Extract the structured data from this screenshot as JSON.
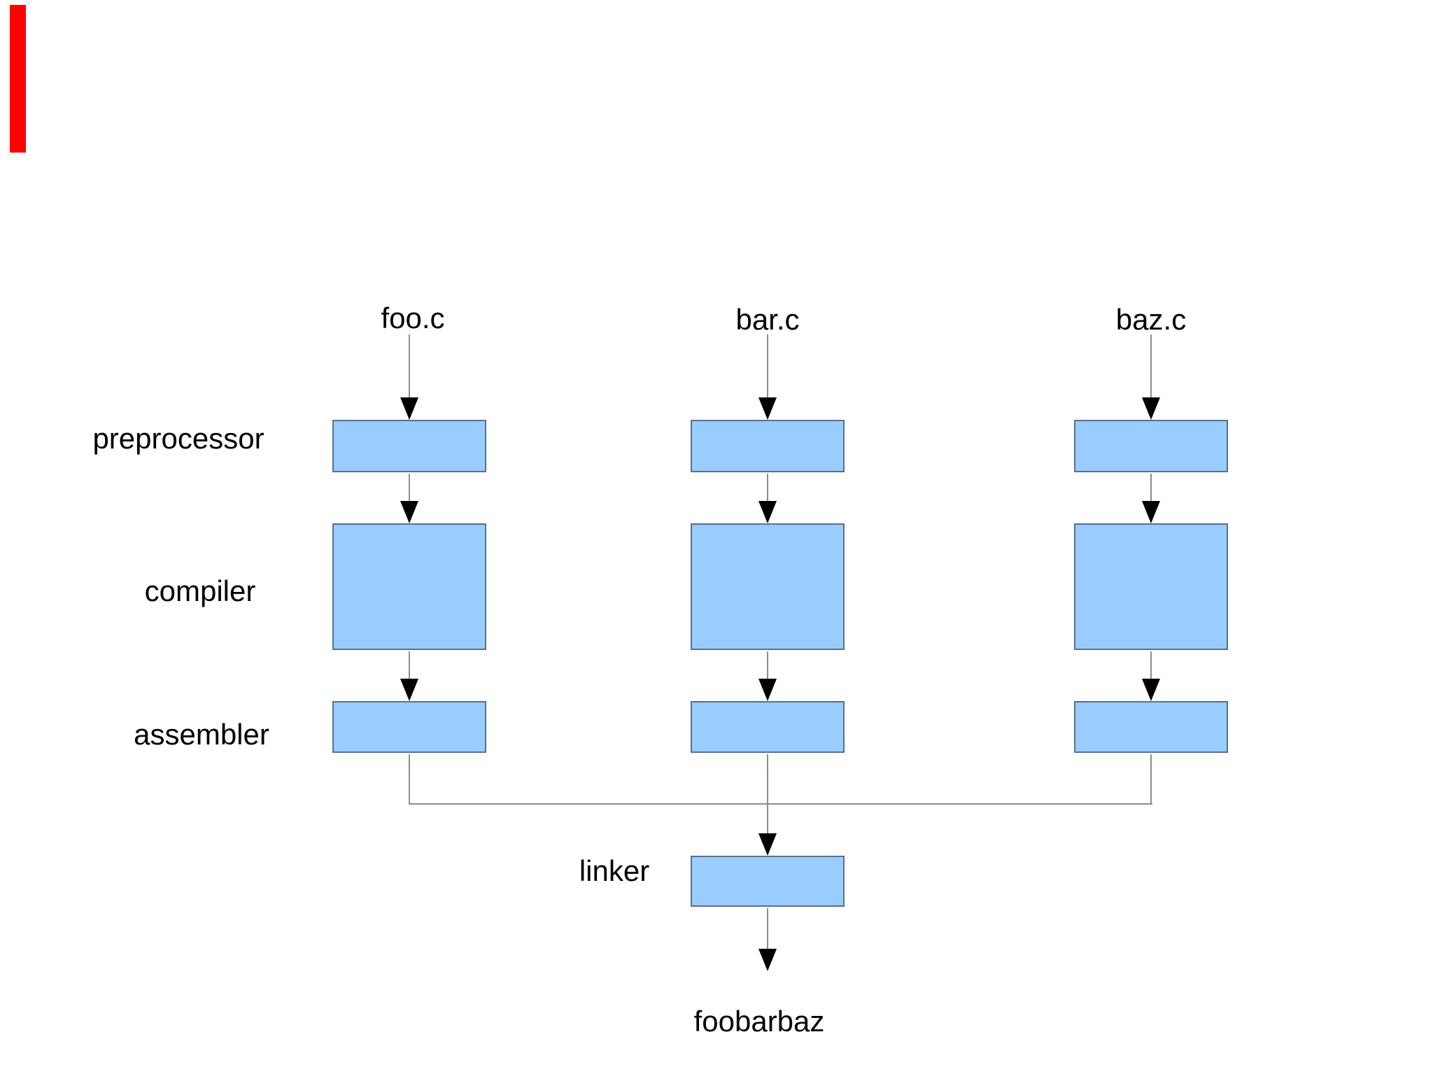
{
  "diagram": {
    "source_files": [
      "foo.c",
      "bar.c",
      "baz.c"
    ],
    "stage_labels": [
      "preprocessor",
      "compiler",
      "assembler"
    ],
    "linker_label": "linker",
    "output_label": "foobarbaz",
    "colors": {
      "box_fill": "#99ccff",
      "box_border": "#58708d",
      "connector_line": "#8c8c8c",
      "arrowhead": "#000000",
      "marker": "#ff0000",
      "text": "#000000",
      "background": "#ffffff"
    }
  }
}
